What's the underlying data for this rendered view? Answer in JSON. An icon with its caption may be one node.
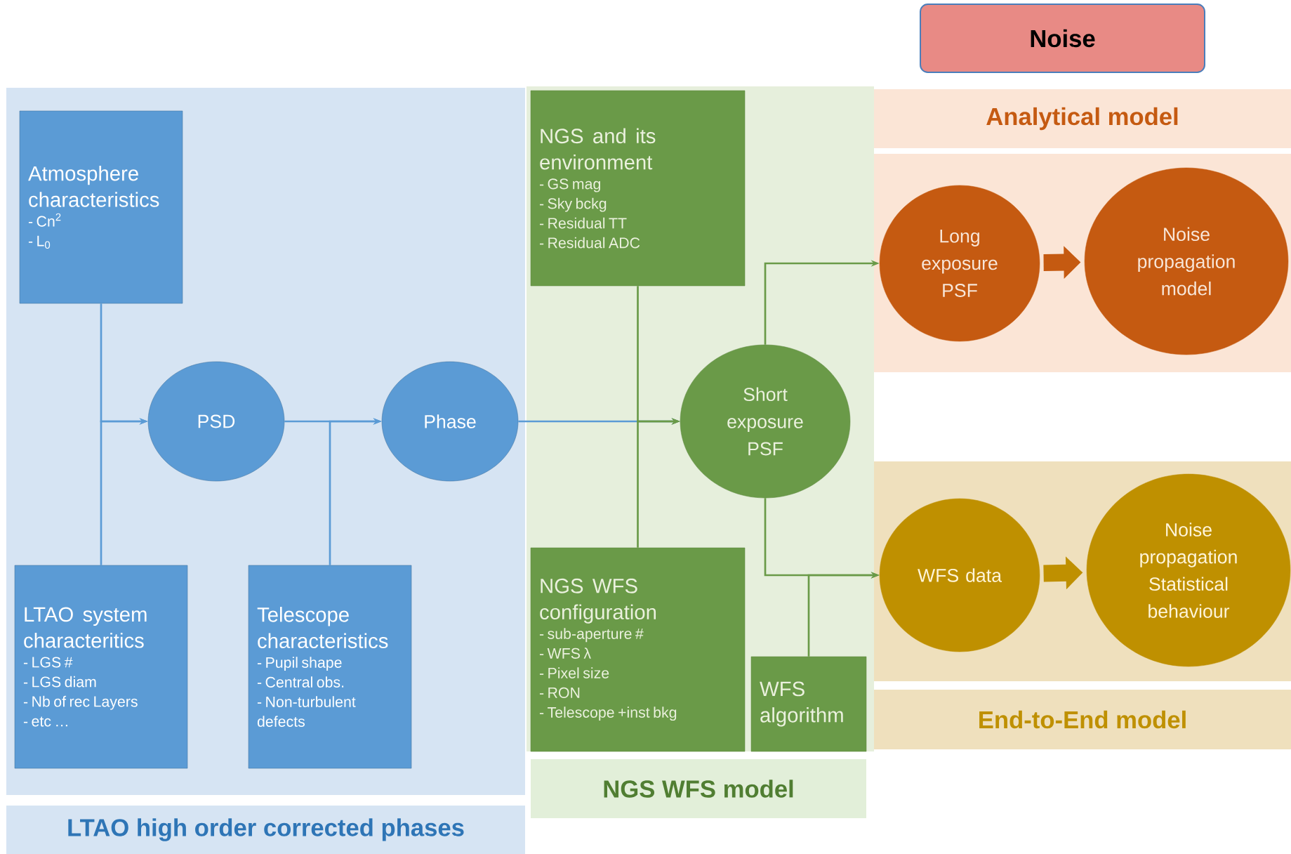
{
  "diagram": {
    "nodes": [
      {
        "text": [
          "Noise"
        ]
      },
      {
        "text": [
          "LTAO high order corrected phases"
        ]
      },
      {
        "text": [
          "Atmosphere characteristics",
          "- Cn$^{2}$",
          "- L$_{0}$"
        ],
        "in": 1
      },
      {
        "text": [
          "PSD"
        ],
        "in": 1
      },
      {
        "text": [
          "Phase"
        ],
        "in": 1
      },
      {
        "text": [
          "LTAO system characteritics",
          "- LGS #",
          "- LGS diam",
          "- Nb of rec Layers",
          "- etc …"
        ],
        "in": 1
      },
      {
        "text": [
          "Telescope characteristics",
          "- Pupil shape",
          "- Central obs.",
          "- Non-turbulent defects"
        ],
        "in": 1
      },
      {
        "text": [
          "NGS WFS model"
        ]
      },
      {
        "text": [
          "NGS and its environment",
          "- GS mag",
          "- Sky bckg",
          "- Residual TT",
          "- Residual ADC"
        ],
        "in": 7
      },
      {
        "text": [
          "Short exposure PSF"
        ],
        "in": 7
      },
      {
        "text": [
          "NGS WFS configuration",
          "- sub-aperture #",
          "- WFS λ",
          "- Pixel size",
          "- RON",
          "- Telescope +inst bkg"
        ],
        "in": 7
      },
      {
        "text": [
          "WFS algorithm"
        ],
        "in": 7
      },
      {
        "text": [
          "Analytical model"
        ]
      },
      {
        "text": [
          "Long exposure PSF"
        ],
        "in": 12
      },
      {
        "text": [
          "Noise propagation model"
        ],
        "in": 12
      },
      {
        "text": [
          "End-to-End model"
        ]
      },
      {
        "text": [
          "WFS data"
        ],
        "in": 15
      },
      {
        "text": [
          "Noise propagation Statistical behaviour"
        ],
        "in": 15
      }
    ],
    "edges": [
      {
        "from": 2,
        "to": 3,
        "arrow": "to",
        "color": "#5b9bd5"
      },
      {
        "from": 5,
        "to": 3,
        "arrow": "to",
        "color": "#5b9bd5"
      },
      {
        "from": 3,
        "to": 4,
        "arrow": "to",
        "color": "#5b9bd5"
      },
      {
        "from": 6,
        "to": 4,
        "arrow": "to",
        "color": "#5b9bd5"
      },
      {
        "from": 4,
        "to": 9,
        "arrow": "to",
        "color": "#5b9bd5"
      },
      {
        "from": 8,
        "to": 9,
        "arrow": "to",
        "color": "#6a9a48"
      },
      {
        "from": 10,
        "to": 9,
        "arrow": "to",
        "color": "#6a9a48"
      },
      {
        "from": 9,
        "to": 13,
        "arrow": "to",
        "color": "#6a9a48"
      },
      {
        "from": 9,
        "to": 16,
        "arrow": "to",
        "color": "#6a9a48"
      },
      {
        "from": 11,
        "to": 16,
        "arrow": "to",
        "color": "#6a9a48"
      },
      {
        "from": 13,
        "to": 14,
        "arrow": "to",
        "style": "thick",
        "color": "#c55a11"
      },
      {
        "from": 16,
        "to": 17,
        "arrow": "to",
        "style": "thick",
        "color": "#bf9000"
      }
    ]
  }
}
